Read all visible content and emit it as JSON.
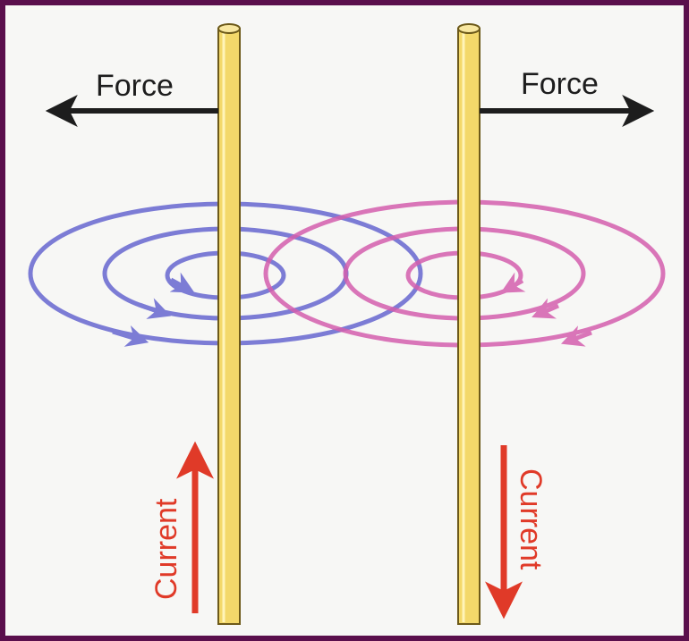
{
  "labels": {
    "force_left": "Force",
    "force_right": "Force",
    "current_left": "Current",
    "current_right": "Current"
  },
  "colors": {
    "background_border": "#5a0f4c",
    "paper": "#f7f7f5",
    "wire_fill": "#f3d86a",
    "wire_outline": "#6d5a1a",
    "force_arrow": "#1d1d1d",
    "current_arrow": "#e03a28",
    "field_left": "#6f6fd2",
    "field_right": "#d45fae"
  },
  "wires": [
    {
      "name": "left-wire",
      "current_direction": "up",
      "force_direction": "left"
    },
    {
      "name": "right-wire",
      "current_direction": "down",
      "force_direction": "right"
    }
  ]
}
